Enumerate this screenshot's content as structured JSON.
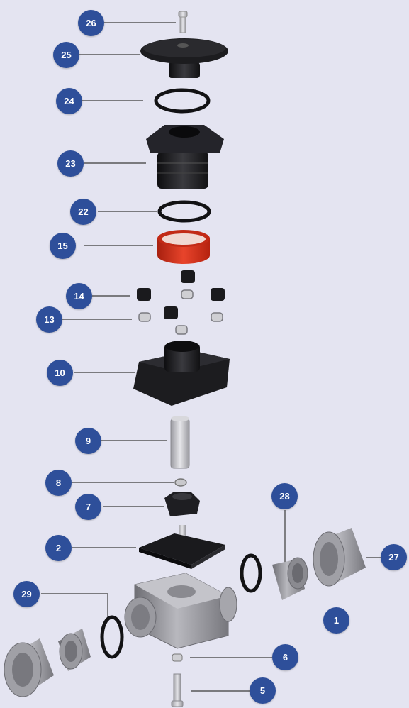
{
  "diagram": {
    "colors": {
      "background": "#e4e4f1",
      "callout_fill": "#2e4f9a",
      "callout_text": "#ffffff",
      "part_dark": "#1c1c1f",
      "part_grey": "#8e8e94",
      "part_red": "#d3321f",
      "leader_line": "#3a3a3a"
    },
    "callouts": [
      {
        "id": "c26",
        "label": "26"
      },
      {
        "id": "c25",
        "label": "25"
      },
      {
        "id": "c24",
        "label": "24"
      },
      {
        "id": "c23",
        "label": "23"
      },
      {
        "id": "c22",
        "label": "22"
      },
      {
        "id": "c15",
        "label": "15"
      },
      {
        "id": "c14",
        "label": "14"
      },
      {
        "id": "c13",
        "label": "13"
      },
      {
        "id": "c10",
        "label": "10"
      },
      {
        "id": "c9",
        "label": "9"
      },
      {
        "id": "c8",
        "label": "8"
      },
      {
        "id": "c7",
        "label": "7"
      },
      {
        "id": "c2",
        "label": "2"
      },
      {
        "id": "c28",
        "label": "28"
      },
      {
        "id": "c27",
        "label": "27"
      },
      {
        "id": "c29",
        "label": "29"
      },
      {
        "id": "c1",
        "label": "1"
      },
      {
        "id": "c6",
        "label": "6"
      },
      {
        "id": "c5",
        "label": "5"
      }
    ]
  }
}
